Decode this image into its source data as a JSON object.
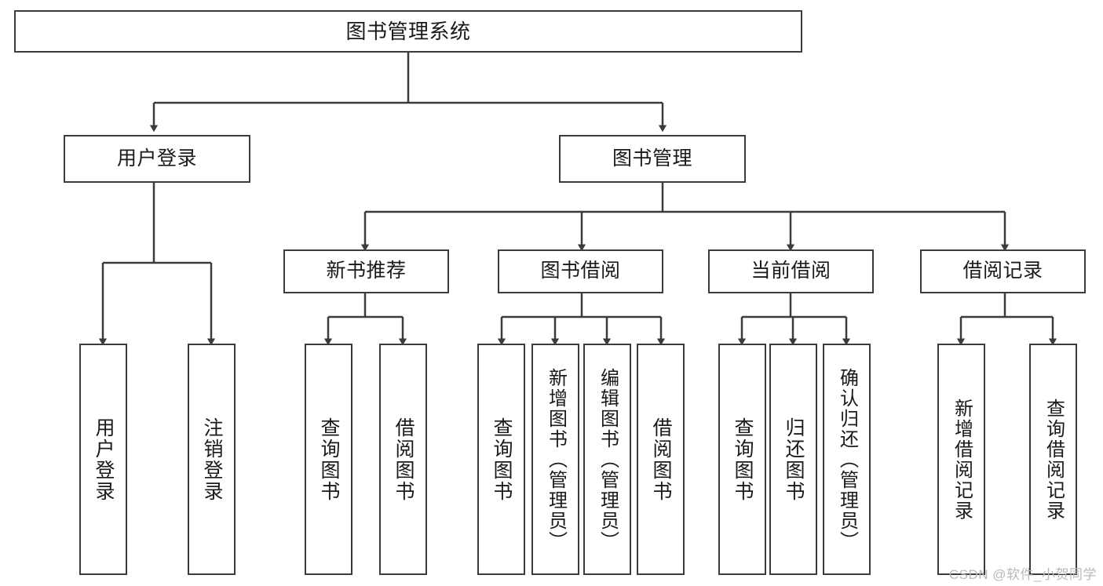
{
  "diagram": {
    "title": "图书管理系统",
    "watermark": "CSDN @软件_小贺同学",
    "line_color": "#3b3b3b",
    "box_fill": "#ffffff",
    "text_color": "#1a1a1a",
    "watermark_color": "#b9b9b9",
    "type": "tree",
    "levels": 4,
    "nodes": {
      "root": {
        "label": "图书管理系统",
        "level": 0
      },
      "l1_0": {
        "label": "用户登录",
        "level": 1
      },
      "l1_1": {
        "label": "图书管理",
        "level": 1
      },
      "l2_0": {
        "label": "新书推荐",
        "level": 2
      },
      "l2_1": {
        "label": "图书借阅",
        "level": 2
      },
      "l2_2": {
        "label": "当前借阅",
        "level": 2
      },
      "l2_3": {
        "label": "借阅记录",
        "level": 2
      },
      "leaf_0": {
        "label": "用户登录",
        "level": 3,
        "parent": "用户登录"
      },
      "leaf_1": {
        "label": "注销登录",
        "level": 3,
        "parent": "用户登录"
      },
      "leaf_2": {
        "label": "查询图书",
        "level": 3,
        "parent": "新书推荐"
      },
      "leaf_3": {
        "label": "借阅图书",
        "level": 3,
        "parent": "新书推荐"
      },
      "leaf_4": {
        "label": "查询图书",
        "level": 3,
        "parent": "图书借阅"
      },
      "leaf_5": {
        "label": "新增图书（管理员）",
        "level": 3,
        "parent": "图书借阅"
      },
      "leaf_6": {
        "label": "编辑图书（管理员）",
        "level": 3,
        "parent": "图书借阅"
      },
      "leaf_7": {
        "label": "借阅图书",
        "level": 3,
        "parent": "图书借阅"
      },
      "leaf_8": {
        "label": "查询图书",
        "level": 3,
        "parent": "当前借阅"
      },
      "leaf_9": {
        "label": "归还图书",
        "level": 3,
        "parent": "当前借阅"
      },
      "leaf_10": {
        "label": "确认归还（管理员）",
        "level": 3,
        "parent": "当前借阅"
      },
      "leaf_11": {
        "label": "新增借阅记录",
        "level": 3,
        "parent": "借阅记录"
      },
      "leaf_12": {
        "label": "查询借阅记录",
        "level": 3,
        "parent": "借阅记录"
      }
    }
  }
}
